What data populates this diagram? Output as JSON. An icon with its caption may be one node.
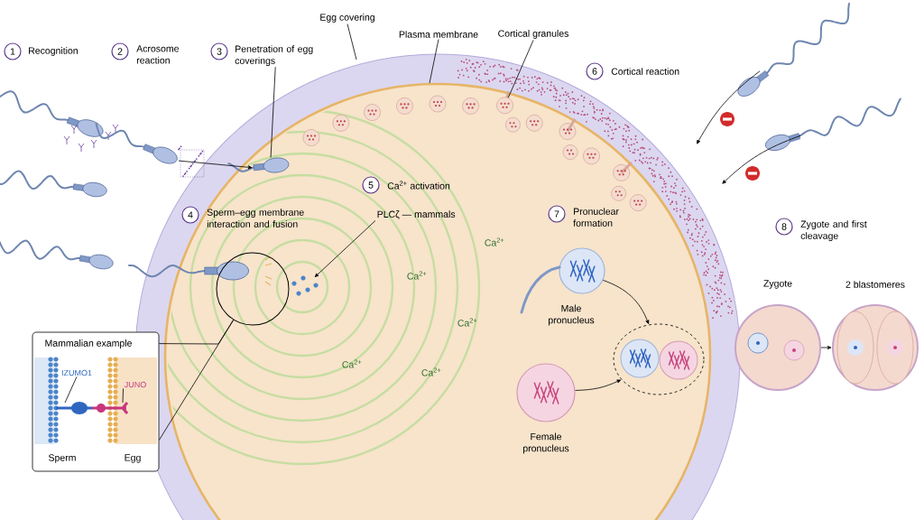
{
  "diagram": {
    "nodes": [
      {
        "text": [
          "1"
        ],
        "beside": [
          "Recognition"
        ]
      },
      {
        "text": [
          "2"
        ],
        "beside": [
          "Acrosome reaction"
        ]
      },
      {
        "text": [
          "3"
        ],
        "beside": [
          "Penetration of egg coverings"
        ]
      },
      {
        "text": [
          "4"
        ],
        "beside": [
          "Sperm–egg membrane interaction and fusion"
        ]
      },
      {
        "text": [
          "5"
        ],
        "beside": [
          "Ca$^{2+}$ activation"
        ]
      },
      {
        "text": [
          "6"
        ],
        "beside": [
          "Cortical reaction"
        ]
      },
      {
        "text": [
          "7"
        ],
        "beside": [
          "Pronuclear formation"
        ]
      },
      {
        "text": [
          "8"
        ],
        "beside": [
          "Zygote and first cleavage"
        ]
      },
      {
        "text": [
          "Egg covering"
        ]
      },
      {
        "text": [
          "Plasma membrane"
        ]
      },
      {
        "text": [
          "Cortical granules"
        ]
      },
      {
        "text": [
          "PLCζ — mammals"
        ]
      },
      {
        "text": [],
        "shape": "picture"
      },
      {
        "text": [],
        "shape": "picture"
      },
      {
        "text": [],
        "shape": "circle"
      },
      {
        "text": [
          "Mammalian example",
          "Sperm",
          "Egg"
        ]
      },
      {
        "text": [
          "IZUMO1"
        ],
        "in": 15
      },
      {
        "text": [
          "JUNO"
        ],
        "in": 15
      },
      {
        "text": [
          "Male pronucleus"
        ]
      },
      {
        "text": [
          "Female pronucleus"
        ]
      },
      {
        "text": [],
        "shape": "circle"
      },
      {
        "text": [
          "Zygote"
        ]
      },
      {
        "text": [
          "2 blastomeres"
        ]
      },
      {
        "text": [],
        "shape": "picture"
      },
      {
        "text": [],
        "shape": "picture"
      },
      {
        "text": [],
        "shape": "circle"
      },
      {
        "text": [],
        "shape": "picture"
      }
    ],
    "edges": [
      {
        "from": 12,
        "to": 13,
        "arrow": "to"
      },
      {
        "from": 8,
        "to": null,
        "arrow": "none"
      },
      {
        "from": 9,
        "to": null,
        "arrow": "none"
      },
      {
        "from": 10,
        "to": 25,
        "arrow": "none"
      },
      {
        "from": 2,
        "to": 13,
        "arrow": "none"
      },
      {
        "from": 11,
        "to": 26,
        "arrow": "to"
      },
      {
        "from": 14,
        "to": 15,
        "arrow": "none"
      },
      {
        "from": 14,
        "to": 15,
        "arrow": "none"
      },
      {
        "from": 16,
        "to": null,
        "arrow": "none"
      },
      {
        "from": 17,
        "to": null,
        "arrow": "none"
      },
      {
        "from": 18,
        "to": 20,
        "arrow": "to"
      },
      {
        "from": 19,
        "to": 20,
        "arrow": "to"
      },
      {
        "from": 21,
        "to": 22,
        "arrow": "to"
      },
      {
        "from": 23,
        "to": null,
        "arrow": "to"
      },
      {
        "from": 24,
        "to": null,
        "arrow": "to"
      }
    ],
    "labels": [
      "Ca$^{2+}$",
      "Ca$^{2+}$",
      "Ca$^{2+}$",
      "Ca$^{2+}$",
      "Ca$^{2+}$"
    ]
  }
}
